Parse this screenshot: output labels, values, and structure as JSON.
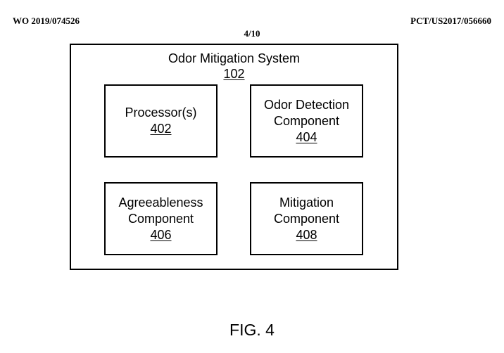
{
  "header": {
    "publication_number": "WO 2019/074526",
    "application_number": "PCT/US2017/056660",
    "sheet": "4/10"
  },
  "system": {
    "title": "Odor Mitigation System",
    "ref": "102"
  },
  "components": [
    {
      "lines": [
        "Processor(s)"
      ],
      "ref": "402"
    },
    {
      "lines": [
        "Odor Detection",
        "Component"
      ],
      "ref": "404"
    },
    {
      "lines": [
        "Agreeableness",
        "Component"
      ],
      "ref": "406"
    },
    {
      "lines": [
        "Mitigation",
        "Component"
      ],
      "ref": "408"
    }
  ],
  "figure_label": "FIG. 4"
}
